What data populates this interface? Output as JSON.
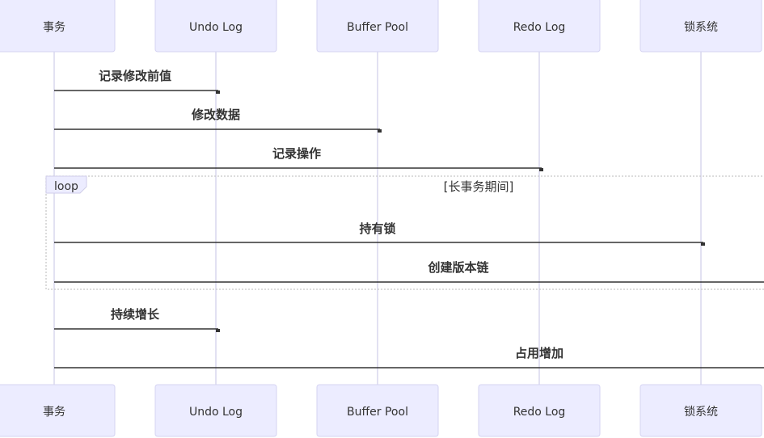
{
  "participants": [
    {
      "id": "tx",
      "label": "事务"
    },
    {
      "id": "undo",
      "label": "Undo Log"
    },
    {
      "id": "buffer",
      "label": "Buffer Pool"
    },
    {
      "id": "redo",
      "label": "Redo Log"
    },
    {
      "id": "lock",
      "label": "锁系统"
    }
  ],
  "messages": [
    {
      "from": "tx",
      "to": "undo",
      "label": "记录修改前值"
    },
    {
      "from": "tx",
      "to": "buffer",
      "label": "修改数据"
    },
    {
      "from": "tx",
      "to": "redo",
      "label": "记录操作"
    },
    {
      "from": "tx",
      "to": "lock",
      "label": "持有锁"
    },
    {
      "from": "tx",
      "to": "offscreen",
      "label": "创建版本链"
    },
    {
      "from": "tx",
      "to": "undo",
      "label": "持续增长"
    },
    {
      "from": "tx",
      "to": "offscreen",
      "label": "占用增加"
    }
  ],
  "loop": {
    "keyword": "loop",
    "condition": "[长事务期间]"
  }
}
